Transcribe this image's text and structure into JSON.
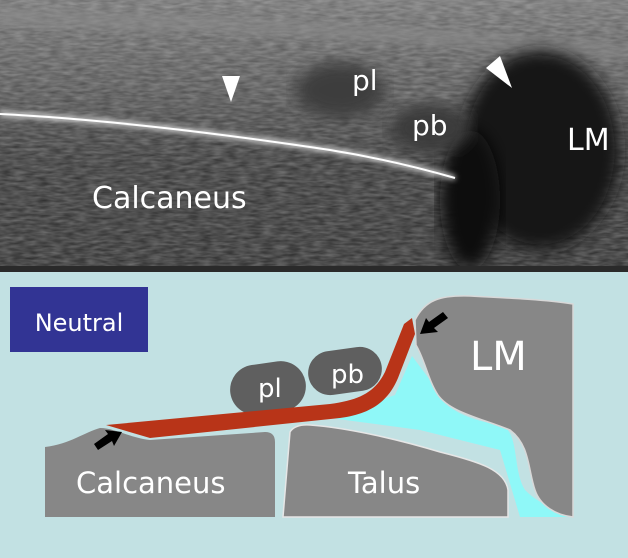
{
  "ultrasound": {
    "labels": {
      "pl": "pl",
      "pb": "pb",
      "lm": "LM",
      "calcaneus": "Calcaneus"
    },
    "arrowheads": [
      "arrowhead-left",
      "arrowhead-right"
    ]
  },
  "diagram": {
    "state_label": "Neutral",
    "labels": {
      "pl": "pl",
      "pb": "pb",
      "lm": "LM",
      "calcaneus": "Calcaneus",
      "talus": "Talus"
    },
    "colors": {
      "background": "#c2e1e3",
      "badge": "#323494",
      "bone": "#878787",
      "tendon": "#b83418",
      "fluid": "#8ff8f8",
      "muscle": "#5f5f5f"
    }
  }
}
